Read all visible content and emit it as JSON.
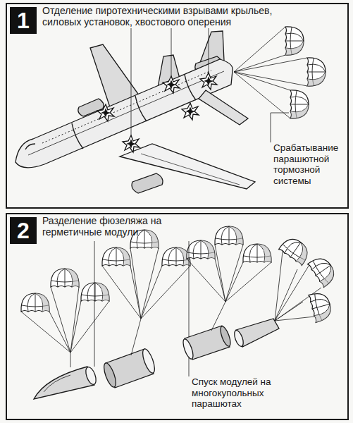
{
  "diagram": {
    "nodes": [
      {
        "text": [
          "Отделение пиротехническими взрывами крыльев, силовых установок, хвостового оперения",
          "Срабатывание парашютной тормозной системы"
        ]
      },
      {
        "text": [
          "1"
        ],
        "in": 0
      },
      {
        "text": [
          "Разделение фюзеляжа на герметичные модули",
          "Спуск модулей на многокупольных парашютах"
        ]
      },
      {
        "text": [
          "2"
        ],
        "in": 2
      }
    ]
  }
}
